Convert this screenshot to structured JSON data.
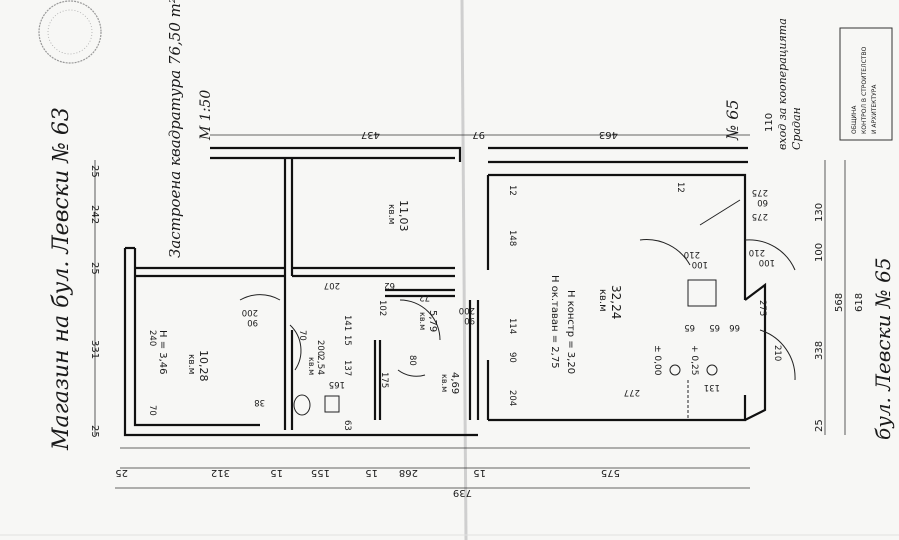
{
  "titles": {
    "left_title": "Магазин на бул. Левски № 63",
    "left_sub": "Застроена квадратура 76,50 m²",
    "left_scale": "М 1:50",
    "right_title": "бул. Левски № 65",
    "right_num": "№ 65",
    "note_lines": [
      "вход за кооперацията",
      "Срадан"
    ]
  },
  "stamp": {
    "lines": [
      "ОБЩИНА",
      "КОНТРОЛ В СТРОИТЕЛСТВО",
      "И АРХИТЕКТУРА"
    ]
  },
  "rooms": [
    {
      "area": "10,28",
      "unit": "кв.м"
    },
    {
      "area": "11,03",
      "unit": "кв.м"
    },
    {
      "area": "2,54",
      "unit": "кв.м"
    },
    {
      "area": "5,79",
      "unit": "кв.м"
    },
    {
      "area": "4,69",
      "unit": "кв.м"
    },
    {
      "area": "32,24",
      "unit": "кв.м"
    }
  ],
  "heights": {
    "h1": "H = 3,46",
    "h2": "Н ок.таван = 2,75",
    "h3": "Н констр = 3,20",
    "lvl1": "± 0,00",
    "lvl2": "+ 0,25"
  },
  "dims_top": [
    "437",
    "97",
    "463",
    "110"
  ],
  "dims_bottom": [
    "25",
    "312",
    "15",
    "155",
    "15",
    "268",
    "15",
    "575"
  ],
  "dims_total": "739",
  "dims_right": [
    "130",
    "100",
    "338",
    "25",
    "568",
    "618"
  ],
  "dims_left": [
    "25",
    "242",
    "25",
    "331",
    "25"
  ],
  "dims_inner": [
    "207",
    "62",
    "72",
    "70",
    "200",
    "90",
    "200",
    "90",
    "200",
    "210",
    "100",
    "210",
    "100",
    "275",
    "60",
    "275",
    "65",
    "65",
    "66",
    "131",
    "277",
    "204",
    "114",
    "148",
    "12",
    "12",
    "90",
    "102",
    "141",
    "15",
    "137",
    "175",
    "165",
    "63",
    "38",
    "70",
    "80",
    "240",
    "210",
    "275"
  ]
}
